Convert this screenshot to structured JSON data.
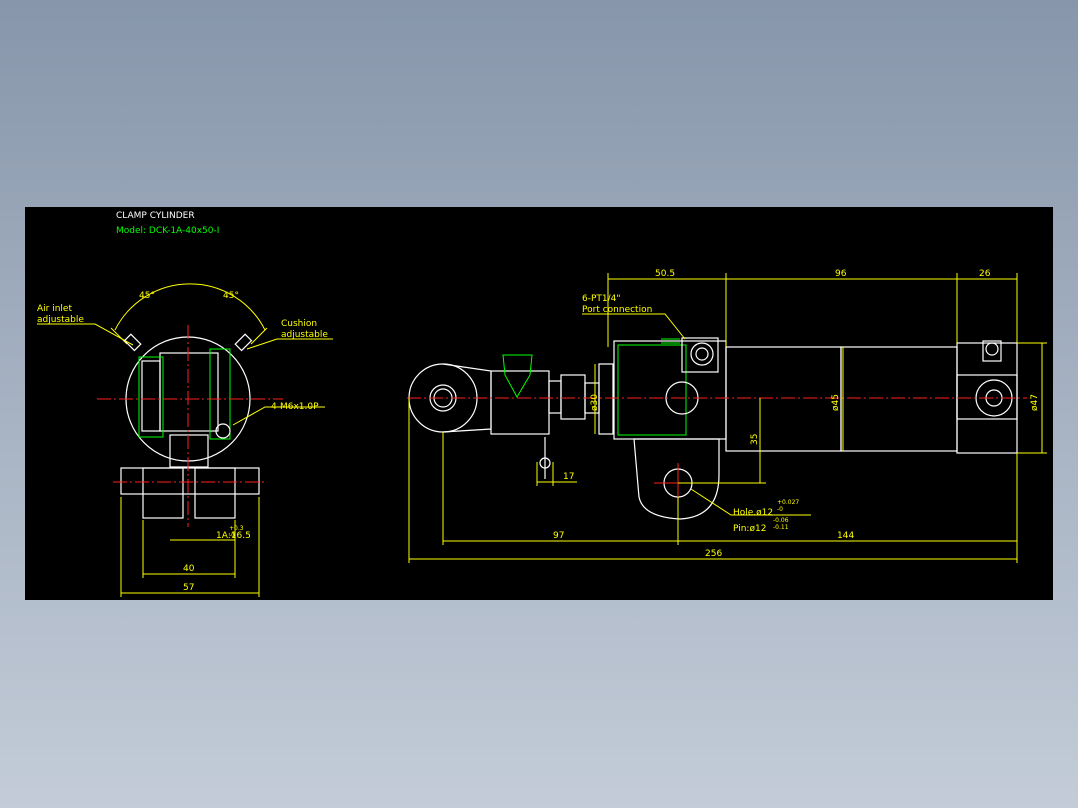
{
  "title_block": {
    "title": "CLAMP CYLINDER",
    "model": "Model: DCK-1A-40x50-I"
  },
  "front_view": {
    "air_inlet_line1": "Air inlet",
    "air_inlet_line2": "adjustable",
    "cushion_line1": "Cushion",
    "cushion_line2": "adjustable",
    "angle_left": "45°",
    "angle_right": "45°",
    "thread_callout": "4-M6x1.0P",
    "dim_1a": "1A:16.5",
    "dim_1a_tol_upper": "+0.3",
    "dim_1a_tol_lower": "-0",
    "dim_40": "40",
    "dim_57": "57"
  },
  "side_view": {
    "port_line1": "6-PT1/4\"",
    "port_line2": "Port connection",
    "dim_50_5": "50.5",
    "dim_96": "96",
    "dim_26": "26",
    "dia_30": "ø30",
    "dia_45": "ø45",
    "dia_47": "ø47",
    "dim_35": "35",
    "dim_17": "17",
    "dim_97": "97",
    "dim_144": "144",
    "dim_256": "256",
    "hole_label": "Hole.ø12",
    "hole_tol_upper": "+0.027",
    "hole_tol_lower": "-0",
    "pin_label": "Pin:ø12",
    "pin_tol_upper": "-0.06",
    "pin_tol_lower": "-0.11"
  },
  "colors": {
    "background": "#000000",
    "dimension": "#ffff00",
    "outline": "#ffffff",
    "hidden": "#00ff00",
    "centerline": "#ff2020"
  }
}
